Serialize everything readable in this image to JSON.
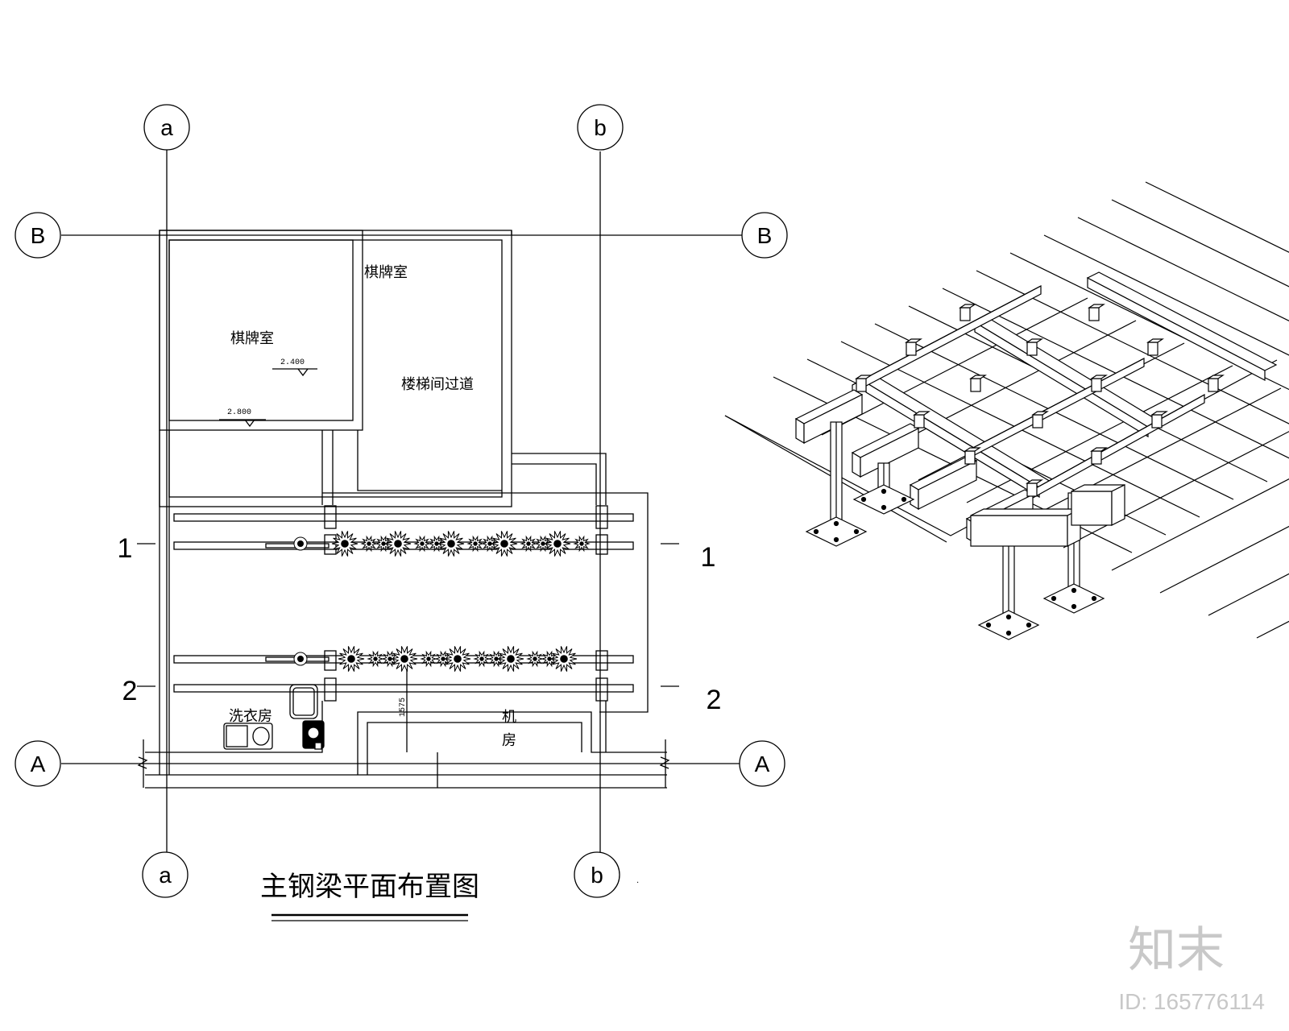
{
  "axes": {
    "col_a": "a",
    "col_b": "b",
    "row_A": "A",
    "row_B": "B"
  },
  "sections": {
    "s1": "1",
    "s2": "2"
  },
  "rooms": {
    "card_room_outer": "棋牌室",
    "card_room_inner": "棋牌室",
    "stair_corridor": "楼梯间过道",
    "laundry": "洗衣房",
    "machine_room_line1": "机",
    "machine_room_line2": "房"
  },
  "elevations": {
    "level_1": "2.400",
    "level_2": "2.800"
  },
  "dimension": "1575",
  "drawing_title": "主钢梁平面布置图",
  "watermark": {
    "brand": "知末",
    "id": "ID: 165776114"
  }
}
